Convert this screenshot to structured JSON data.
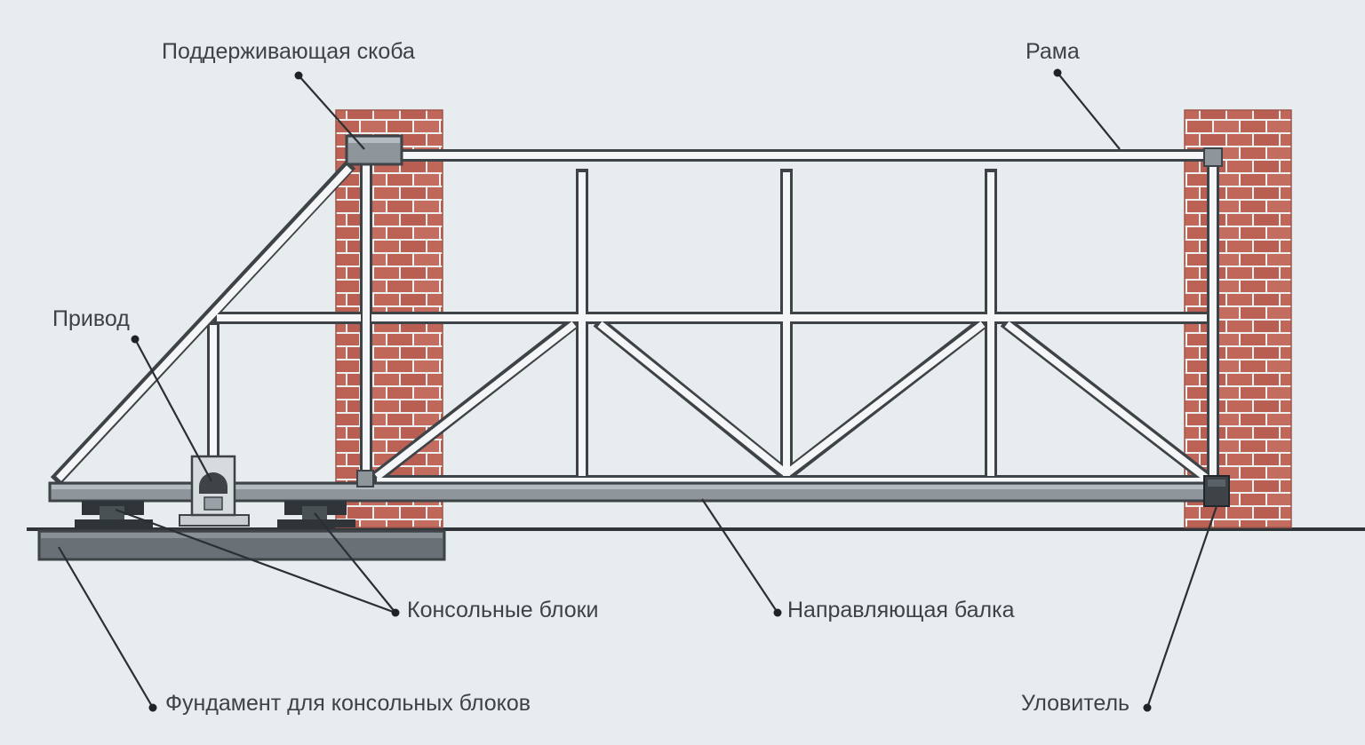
{
  "labels": {
    "bracket": "Поддерживающая скоба",
    "frame": "Рама",
    "drive": "Привод",
    "console_blocks": "Консольные блоки",
    "guide_beam": "Направляющая балка",
    "foundation": "Фундамент для консольных блоков",
    "catcher": "Уловитель"
  },
  "colors": {
    "background": "#e7ecee",
    "brick": "#c0675a",
    "brick_mortar": "#eef0f0",
    "steel_face": "#f4f6f7",
    "steel_edge": "#3e4347",
    "beam": "#8e969c",
    "foundation": "#6a7176",
    "label_text": "#3d4246",
    "leader_line": "#2b2f33"
  }
}
